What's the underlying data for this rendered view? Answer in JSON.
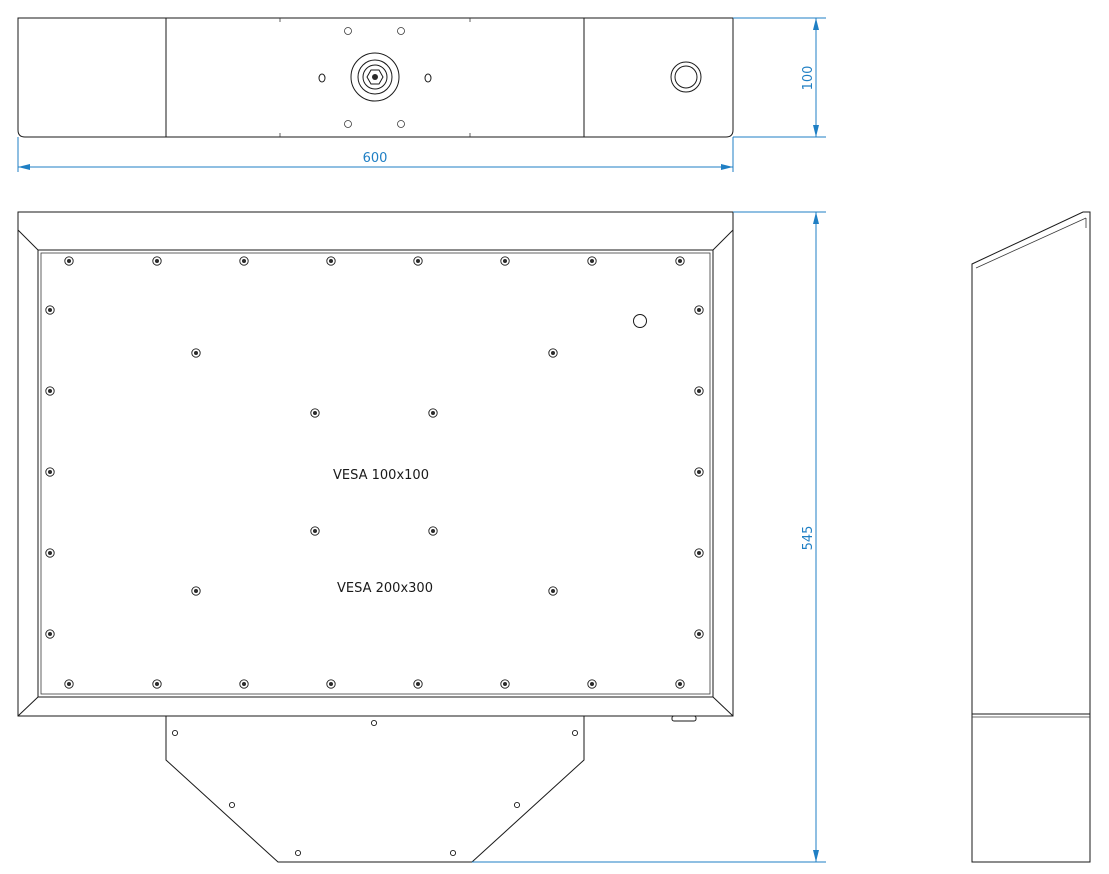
{
  "dimensions": {
    "top_view_height": "100",
    "top_view_width": "600",
    "front_view_height": "545"
  },
  "labels": {
    "vesa_small": "VESA 100x100",
    "vesa_large": "VESA 200x300"
  },
  "colors": {
    "outline": "#1a1a1a",
    "dimension": "#1f7fc4",
    "background": "#ffffff"
  }
}
